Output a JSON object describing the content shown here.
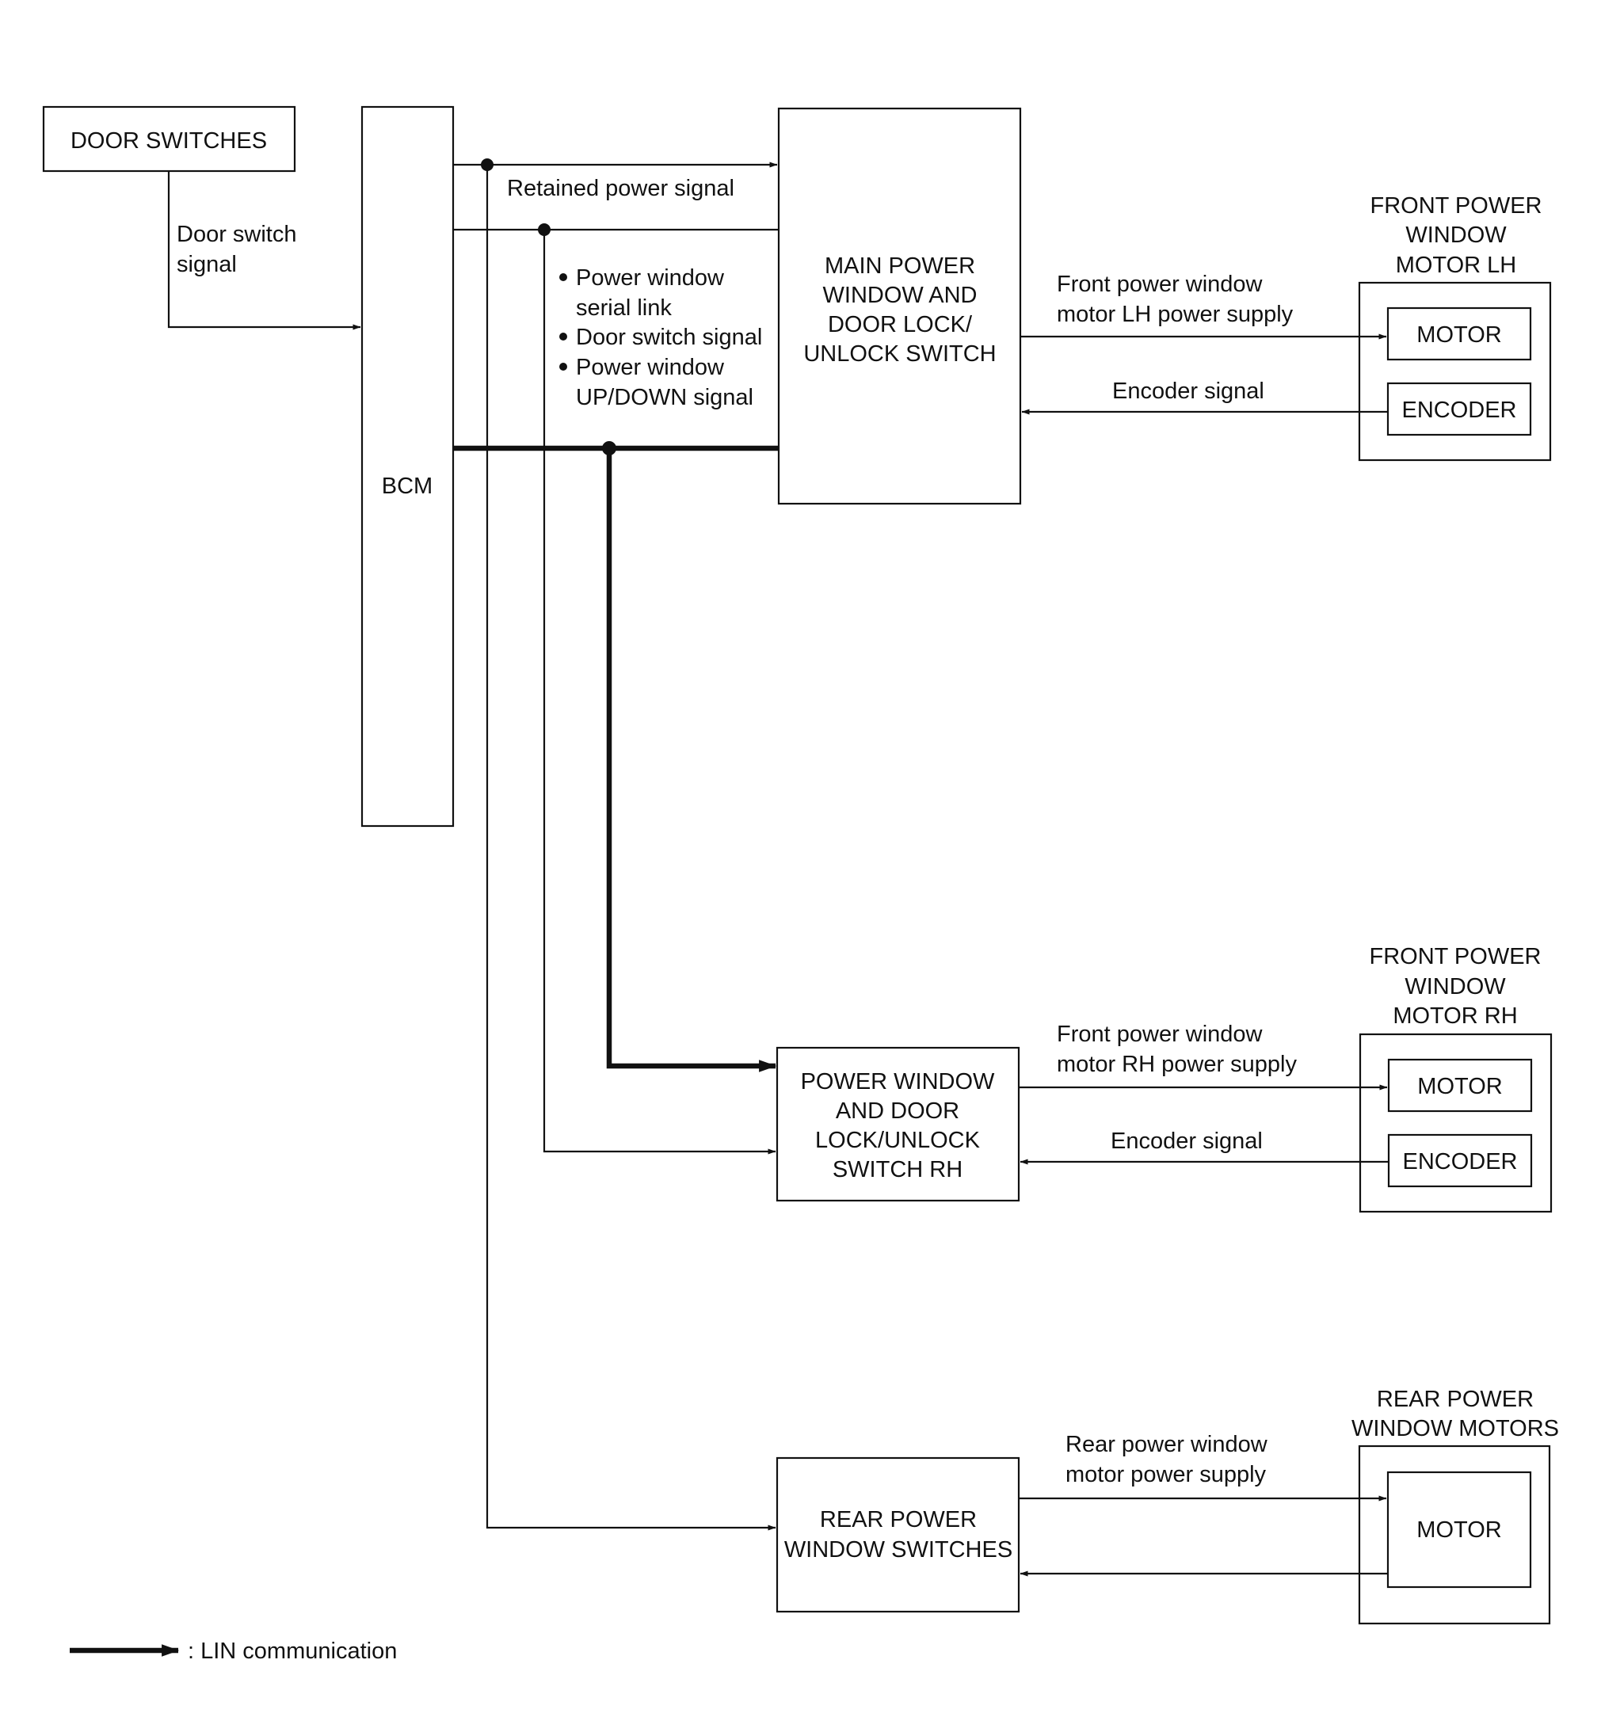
{
  "blocks": {
    "door_switches": "DOOR SWITCHES",
    "bcm": "BCM",
    "main_switch": [
      "MAIN POWER",
      "WINDOW AND",
      "DOOR LOCK/",
      "UNLOCK SWITCH"
    ],
    "rh_switch": [
      "POWER WINDOW",
      "AND DOOR",
      "LOCK/UNLOCK",
      "SWITCH RH"
    ],
    "rear_switches": [
      "REAR POWER",
      "WINDOW SWITCHES"
    ],
    "front_lh_motor_title": [
      "FRONT POWER",
      "WINDOW",
      "MOTOR LH"
    ],
    "front_rh_motor_title": [
      "FRONT POWER",
      "WINDOW",
      "MOTOR RH"
    ],
    "rear_motors_title": [
      "REAR POWER",
      "WINDOW MOTORS"
    ],
    "motor": "MOTOR",
    "encoder": "ENCODER"
  },
  "signals": {
    "door_switch_signal": [
      "Door switch",
      "signal"
    ],
    "retained_power": "Retained power signal",
    "bcm_bullets": [
      "Power window",
      "serial link",
      "Door switch signal",
      "Power window",
      "UP/DOWN signal"
    ],
    "front_lh_supply": [
      "Front power window",
      "motor LH power supply"
    ],
    "front_rh_supply": [
      "Front power window",
      "motor RH power supply"
    ],
    "rear_supply": [
      "Rear power window",
      "motor power supply"
    ],
    "encoder_signal": "Encoder signal"
  },
  "legend": {
    "lin": ": LIN communication"
  }
}
